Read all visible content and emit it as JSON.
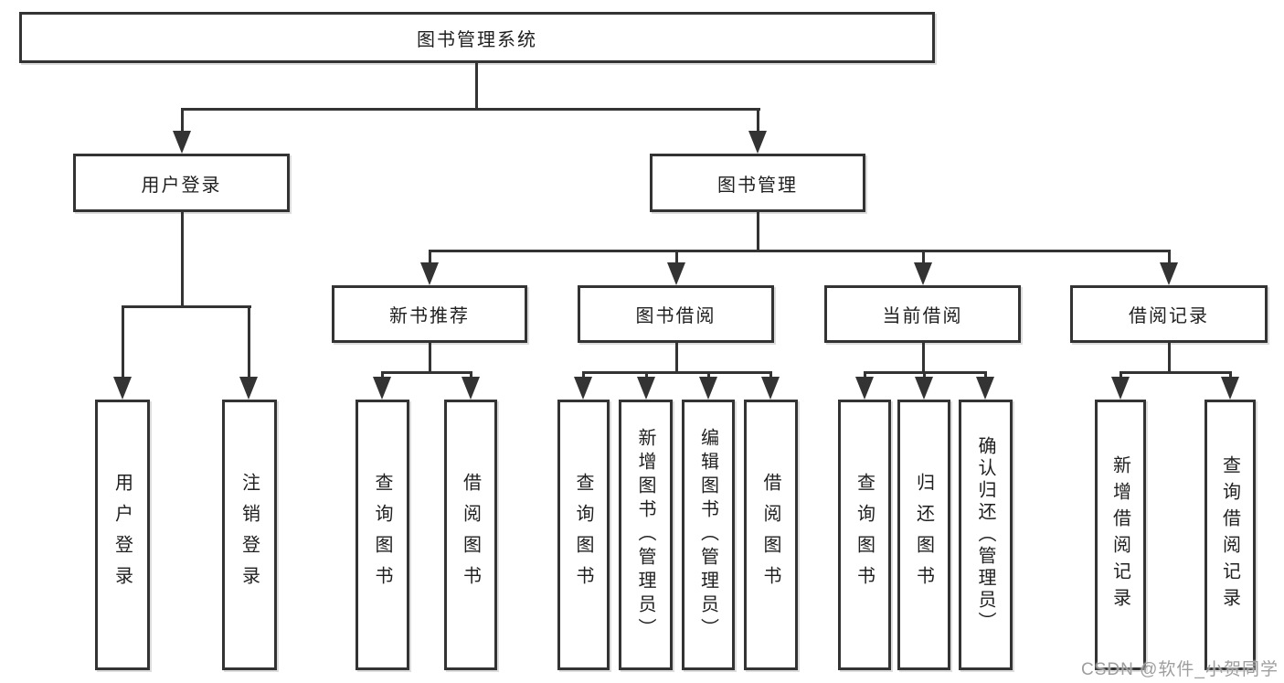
{
  "title": "图书管理系统",
  "watermark": "CSDN @软件_小贺同学",
  "colors": {
    "line": "#333333",
    "box_border": "#333333",
    "text": "#1f1f1f",
    "watermark": "#9e9e9e",
    "background": "#ffffff"
  },
  "nodes": {
    "root": {
      "label": "图书管理系统"
    },
    "level2": [
      {
        "label": "用户登录"
      },
      {
        "label": "图书管理"
      }
    ],
    "level3": [
      {
        "label": "新书推荐",
        "parent": "图书管理"
      },
      {
        "label": "图书借阅",
        "parent": "图书管理"
      },
      {
        "label": "当前借阅",
        "parent": "图书管理"
      },
      {
        "label": "借阅记录",
        "parent": "图书管理"
      }
    ],
    "leaves": [
      {
        "label": "用户登录",
        "parent": "用户登录"
      },
      {
        "label": "注销登录",
        "parent": "用户登录"
      },
      {
        "label": "查询图书",
        "parent": "新书推荐"
      },
      {
        "label": "借阅图书",
        "parent": "新书推荐"
      },
      {
        "label": "查询图书",
        "parent": "图书借阅"
      },
      {
        "label": "新增图书（管理员）",
        "parent": "图书借阅"
      },
      {
        "label": "编辑图书（管理员）",
        "parent": "图书借阅"
      },
      {
        "label": "借阅图书",
        "parent": "图书借阅"
      },
      {
        "label": "查询图书",
        "parent": "当前借阅"
      },
      {
        "label": "归还图书",
        "parent": "当前借阅"
      },
      {
        "label": "确认归还（管理员）",
        "parent": "当前借阅"
      },
      {
        "label": "新增借阅记录",
        "parent": "借阅记录"
      },
      {
        "label": "查询借阅记录",
        "parent": "借阅记录"
      }
    ]
  }
}
